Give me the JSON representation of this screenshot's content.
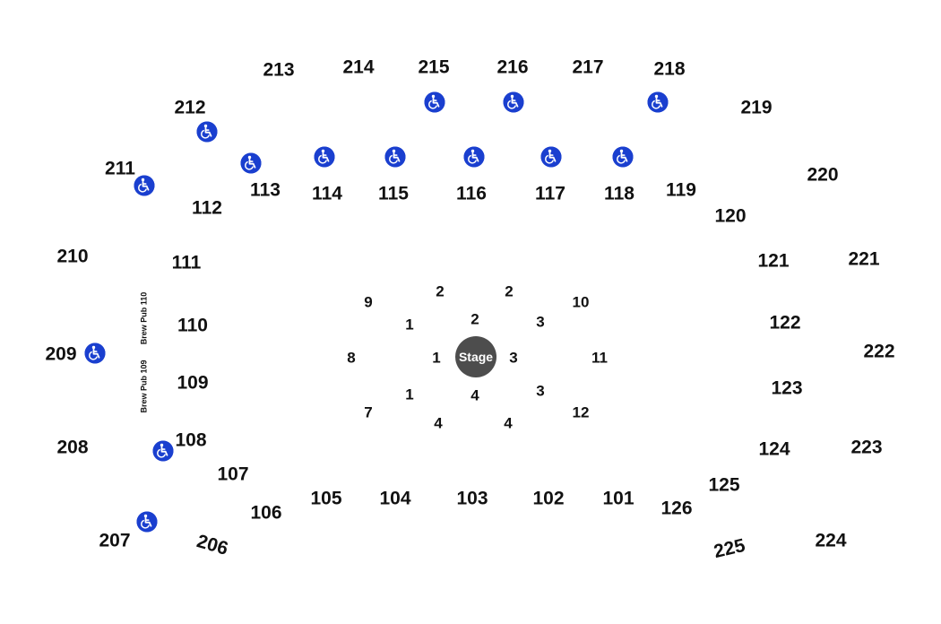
{
  "stage": {
    "label": "Stage"
  },
  "upper_sections": [
    "213",
    "214",
    "215",
    "216",
    "217",
    "218",
    "212",
    "219",
    "211",
    "220",
    "210",
    "221",
    "209",
    "222",
    "208",
    "223",
    "207",
    "224"
  ],
  "upper_rotated": {
    "s206": "206",
    "s225": "225"
  },
  "lower_sections": [
    "113",
    "114",
    "115",
    "116",
    "117",
    "118",
    "112",
    "119",
    "120",
    "111",
    "121",
    "110",
    "122",
    "109",
    "123",
    "108",
    "124",
    "107",
    "125",
    "106",
    "126",
    "105",
    "104",
    "103",
    "102",
    "101"
  ],
  "floor_sections": [
    "2",
    "2",
    "9",
    "10",
    "1",
    "2",
    "3",
    "8",
    "1",
    "3",
    "11",
    "1",
    "4",
    "3",
    "7",
    "12",
    "4",
    "4"
  ],
  "brew_pubs": {
    "pub110": "Brew Pub 110",
    "pub109": "Brew Pub 109"
  },
  "accessible_icon": {
    "icon": "wheelchair-icon",
    "color": "#1a3fcf"
  }
}
